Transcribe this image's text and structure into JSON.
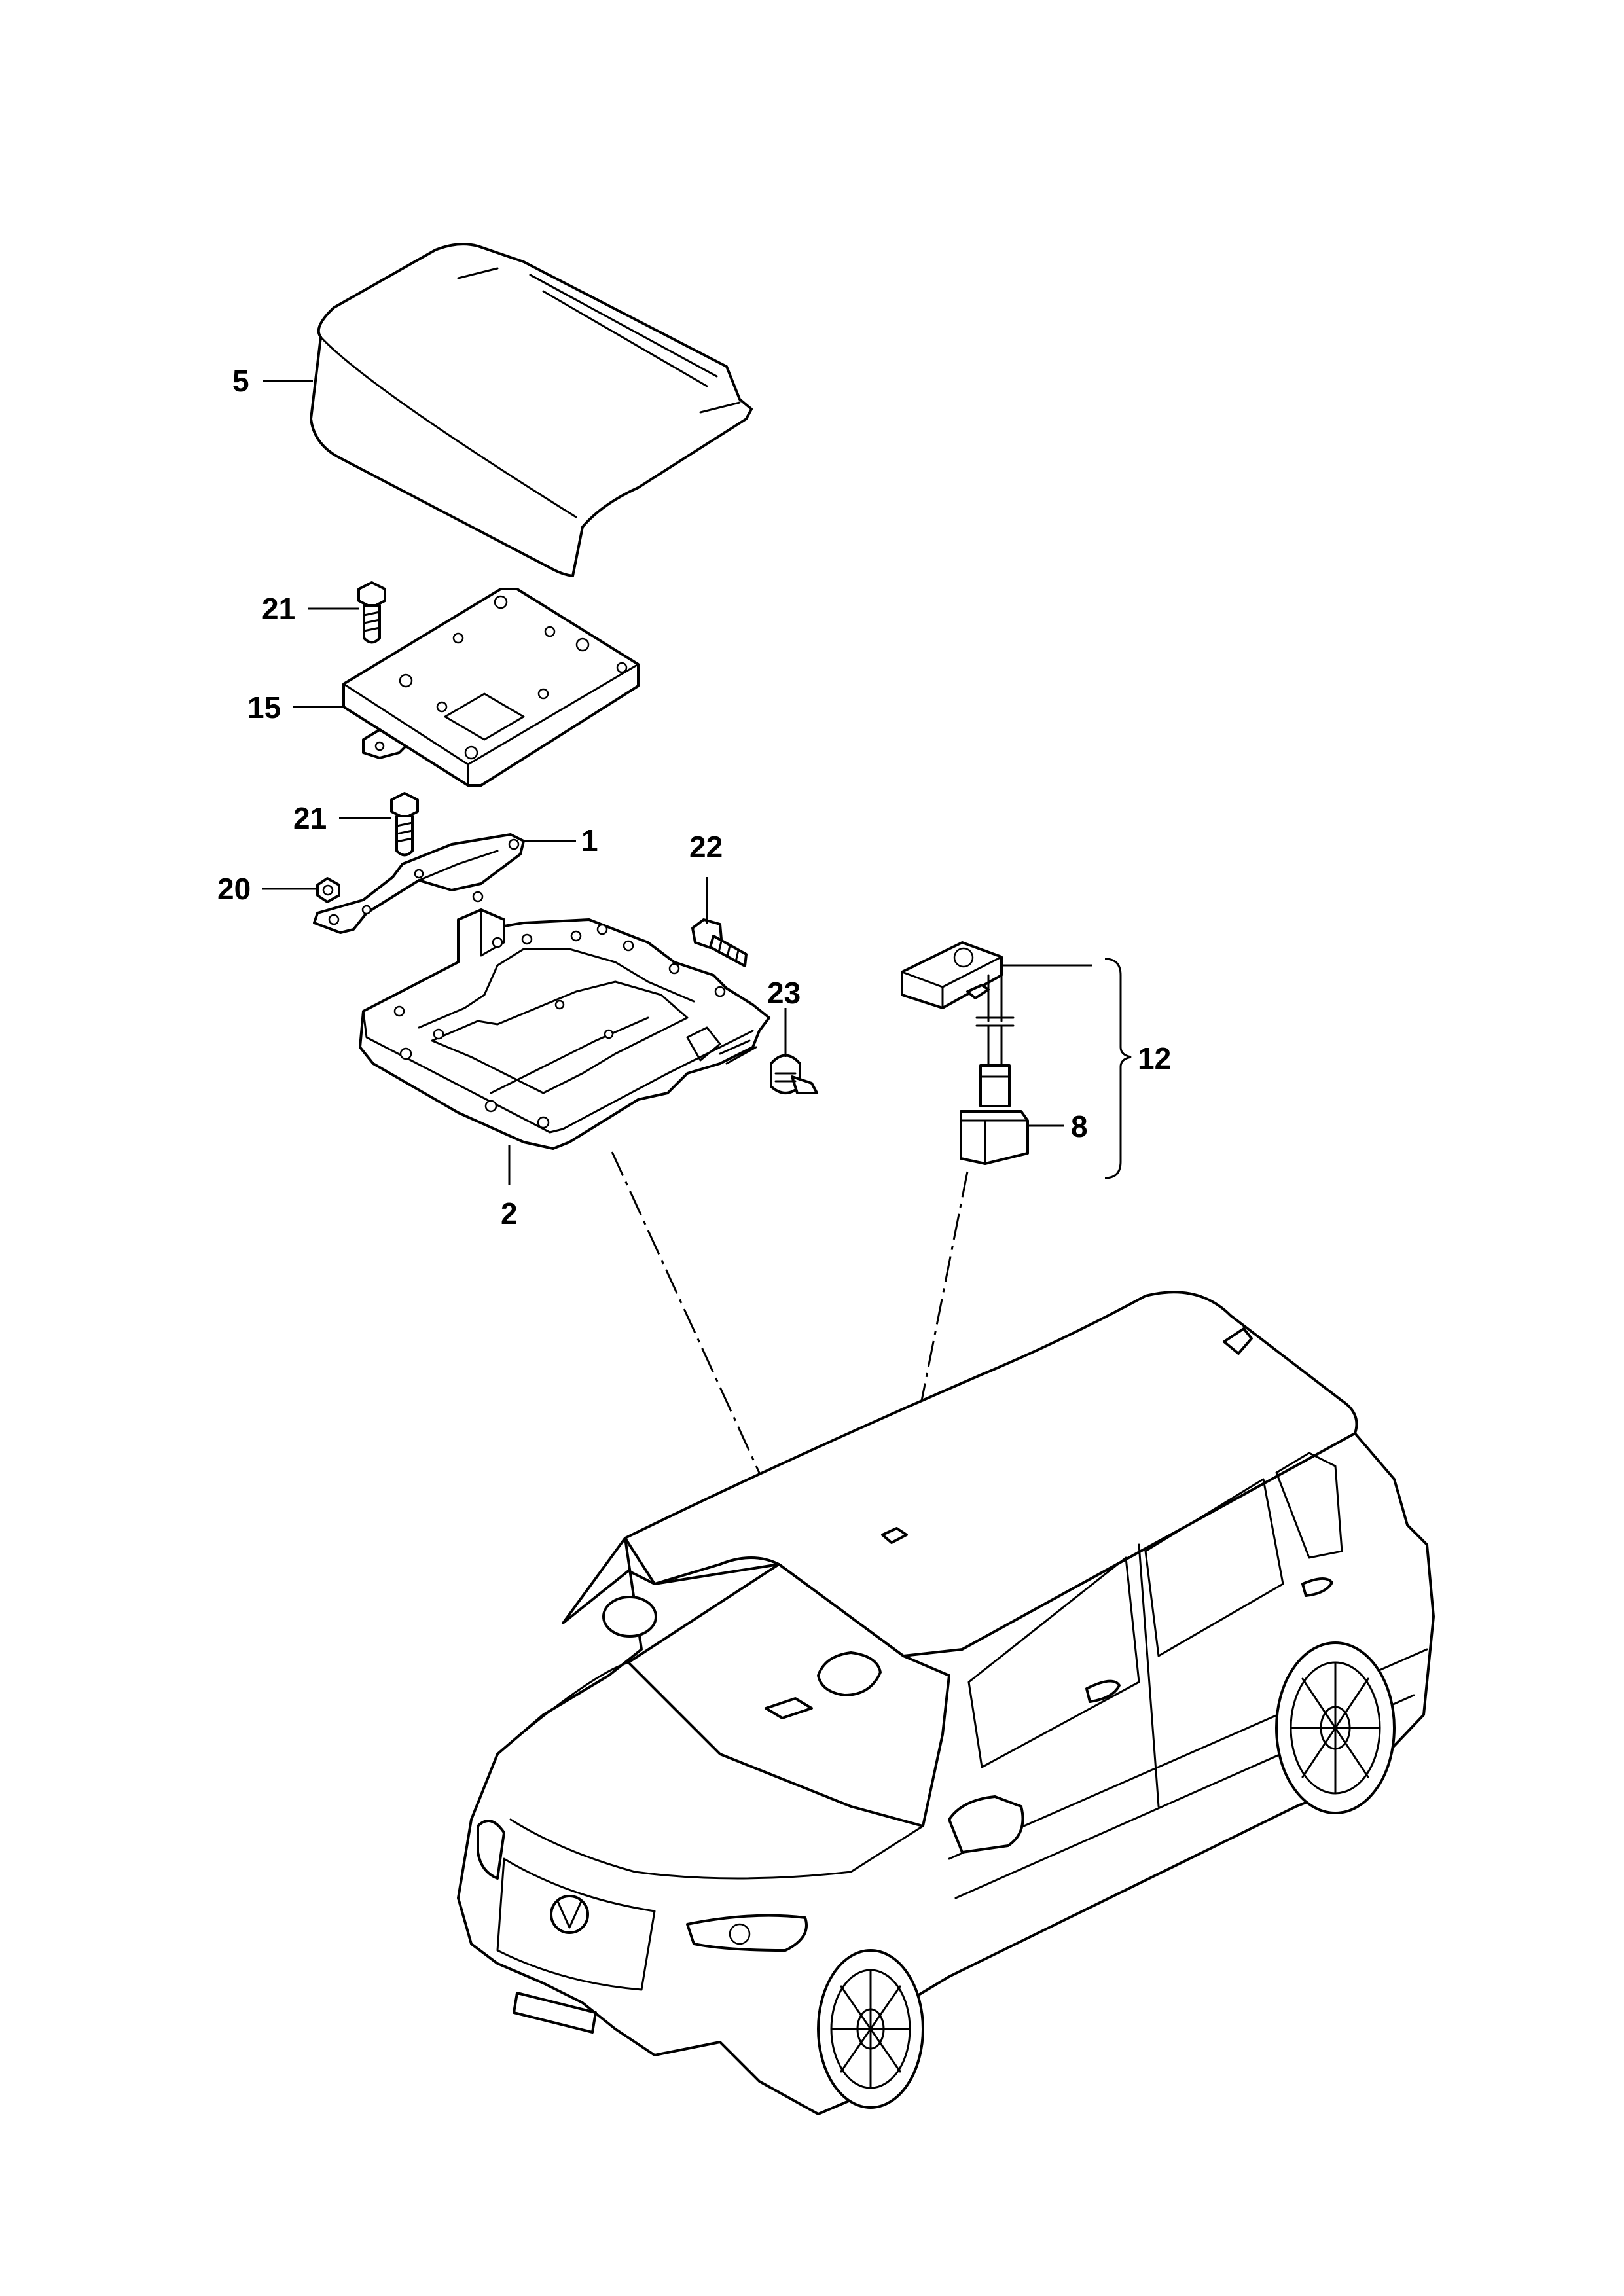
{
  "callouts": [
    {
      "id": "5",
      "label": "5"
    },
    {
      "id": "21a",
      "label": "21"
    },
    {
      "id": "15",
      "label": "15"
    },
    {
      "id": "21b",
      "label": "21"
    },
    {
      "id": "1",
      "label": "1"
    },
    {
      "id": "20",
      "label": "20"
    },
    {
      "id": "22",
      "label": "22"
    },
    {
      "id": "23",
      "label": "23"
    },
    {
      "id": "2",
      "label": "2"
    },
    {
      "id": "12",
      "label": "12"
    },
    {
      "id": "8",
      "label": "8"
    }
  ],
  "colors": {
    "line": "#000000",
    "background": "#ffffff"
  }
}
